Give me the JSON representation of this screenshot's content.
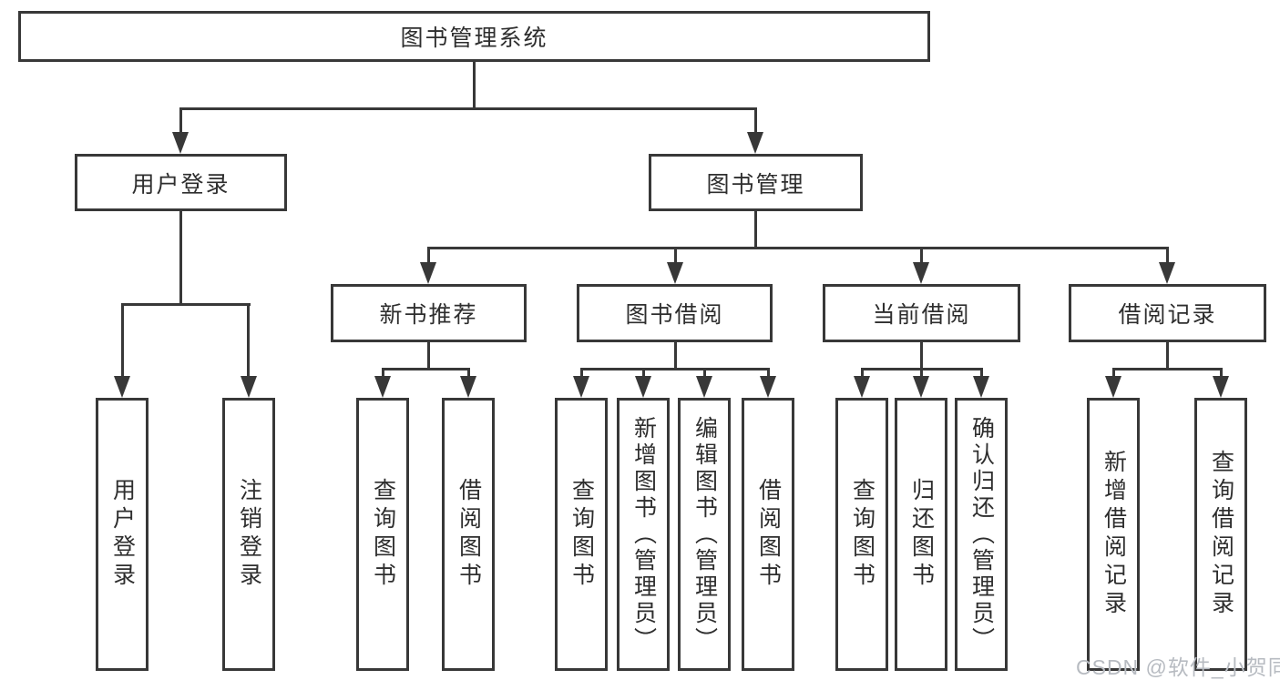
{
  "tree": {
    "label": "图书管理系统",
    "children": [
      {
        "label": "用户登录",
        "children": [
          {
            "label": "用户登录"
          },
          {
            "label": "注销登录"
          }
        ]
      },
      {
        "label": "图书管理",
        "children": [
          {
            "label": "新书推荐",
            "children": [
              {
                "label": "查询图书"
              },
              {
                "label": "借阅图书"
              }
            ]
          },
          {
            "label": "图书借阅",
            "children": [
              {
                "label": "查询图书"
              },
              {
                "label": "新增图书（管理员）"
              },
              {
                "label": "编辑图书（管理员）"
              },
              {
                "label": "借阅图书"
              }
            ]
          },
          {
            "label": "当前借阅",
            "children": [
              {
                "label": "查询图书"
              },
              {
                "label": "归还图书"
              },
              {
                "label": "确认归还（管理员）"
              }
            ]
          },
          {
            "label": "借阅记录",
            "children": [
              {
                "label": "新增借阅记录"
              },
              {
                "label": "查询借阅记录"
              }
            ]
          }
        ]
      }
    ]
  },
  "watermark": {
    "text": "CSDN @软件_小贺同学"
  },
  "colors": {
    "line": "#383838",
    "text": "#2e2e2e",
    "watermark": "#b7bbc1",
    "background": "#ffffff"
  }
}
